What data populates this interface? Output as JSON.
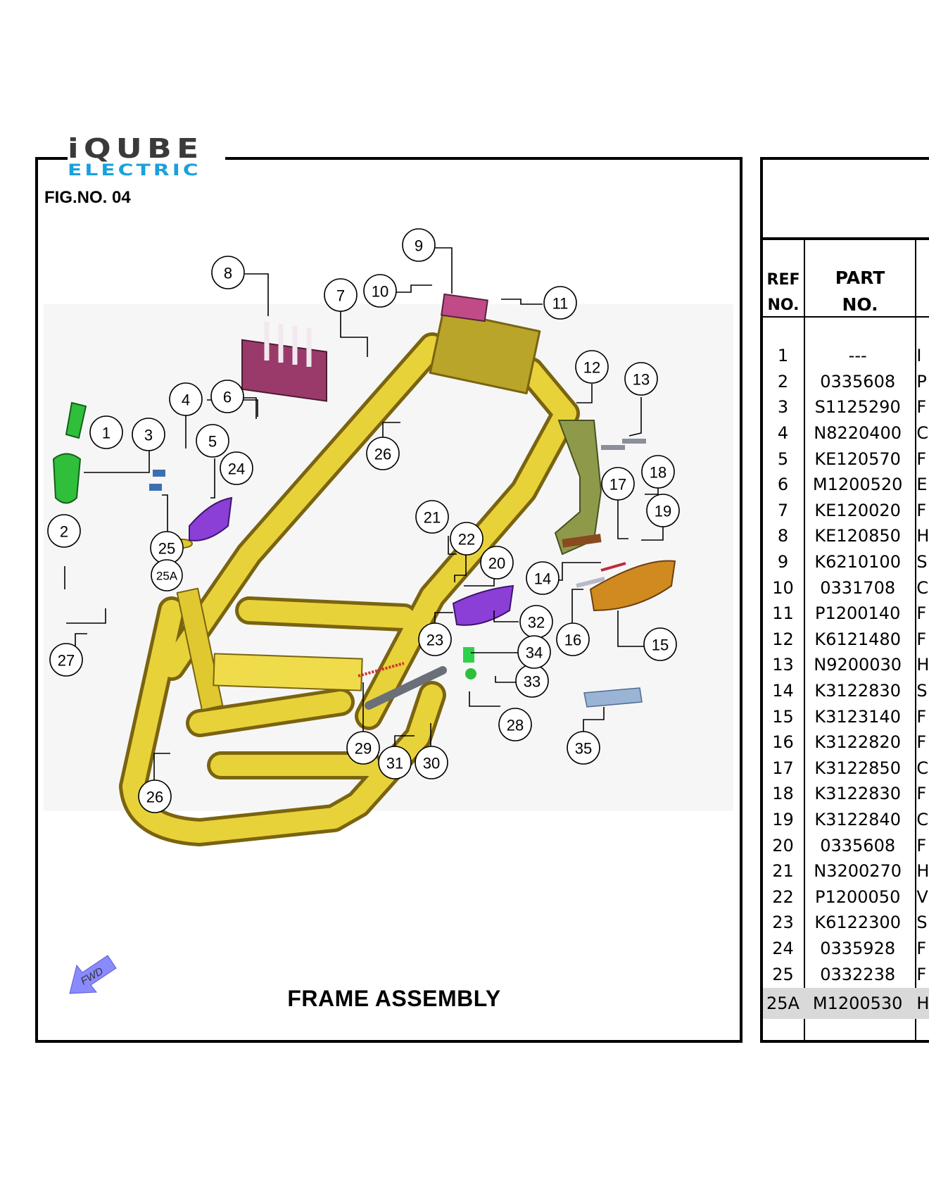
{
  "logo": {
    "line1": "iQUBE",
    "line2": "ELECTRIC"
  },
  "figure": {
    "fig_no": "FIG.NO. 04",
    "title": "FRAME ASSEMBLY",
    "fwd_label": "FWD",
    "callouts": [
      "1",
      "2",
      "3",
      "4",
      "5",
      "6",
      "7",
      "8",
      "9",
      "10",
      "11",
      "12",
      "13",
      "14",
      "15",
      "16",
      "17",
      "18",
      "19",
      "20",
      "21",
      "22",
      "23",
      "24",
      "25",
      "25A",
      "26",
      "26",
      "27",
      "28",
      "29",
      "30",
      "31",
      "32",
      "33",
      "34",
      "35"
    ]
  },
  "table": {
    "headers": {
      "ref": [
        "REF",
        "NO."
      ],
      "part": [
        "PART",
        "NO."
      ]
    },
    "rows": [
      {
        "ref": "1",
        "part": "---",
        "desc": "I"
      },
      {
        "ref": "2",
        "part": "0335608",
        "desc": "P"
      },
      {
        "ref": "3",
        "part": "S1125290",
        "desc": "F"
      },
      {
        "ref": "4",
        "part": "N8220400",
        "desc": "C"
      },
      {
        "ref": "5",
        "part": "KE120570",
        "desc": "F"
      },
      {
        "ref": "6",
        "part": "M1200520",
        "desc": "E"
      },
      {
        "ref": "7",
        "part": "KE120020",
        "desc": "F"
      },
      {
        "ref": "8",
        "part": "KE120850",
        "desc": "H"
      },
      {
        "ref": "9",
        "part": "K6210100",
        "desc": "S"
      },
      {
        "ref": "10",
        "part": "0331708",
        "desc": "C"
      },
      {
        "ref": "11",
        "part": "P1200140",
        "desc": "F"
      },
      {
        "ref": "12",
        "part": "K6121480",
        "desc": "F"
      },
      {
        "ref": "13",
        "part": "N9200030",
        "desc": "H"
      },
      {
        "ref": "14",
        "part": "K3122830",
        "desc": "S"
      },
      {
        "ref": "15",
        "part": "K3123140",
        "desc": "F"
      },
      {
        "ref": "16",
        "part": "K3122820",
        "desc": "F"
      },
      {
        "ref": "17",
        "part": "K3122850",
        "desc": "C"
      },
      {
        "ref": "18",
        "part": "K3122830",
        "desc": "F"
      },
      {
        "ref": "19",
        "part": "K3122840",
        "desc": "C"
      },
      {
        "ref": "20",
        "part": "0335608",
        "desc": "F"
      },
      {
        "ref": "21",
        "part": "N3200270",
        "desc": "H"
      },
      {
        "ref": "22",
        "part": "P1200050",
        "desc": "V"
      },
      {
        "ref": "23",
        "part": "K6122300",
        "desc": "S"
      },
      {
        "ref": "24",
        "part": "0335928",
        "desc": "F"
      },
      {
        "ref": "25",
        "part": "0332238",
        "desc": "F"
      },
      {
        "ref": "25A",
        "part": "M1200530",
        "desc": "H"
      }
    ]
  },
  "colors": {
    "frame_yellow": "#e8d23a",
    "accent_purple": "#8b3fd6",
    "accent_green": "#2fbf3a",
    "accent_magenta": "#b03a76",
    "logo_blue": "#1aa0dc",
    "highlight_row": "#d9d9d9"
  }
}
